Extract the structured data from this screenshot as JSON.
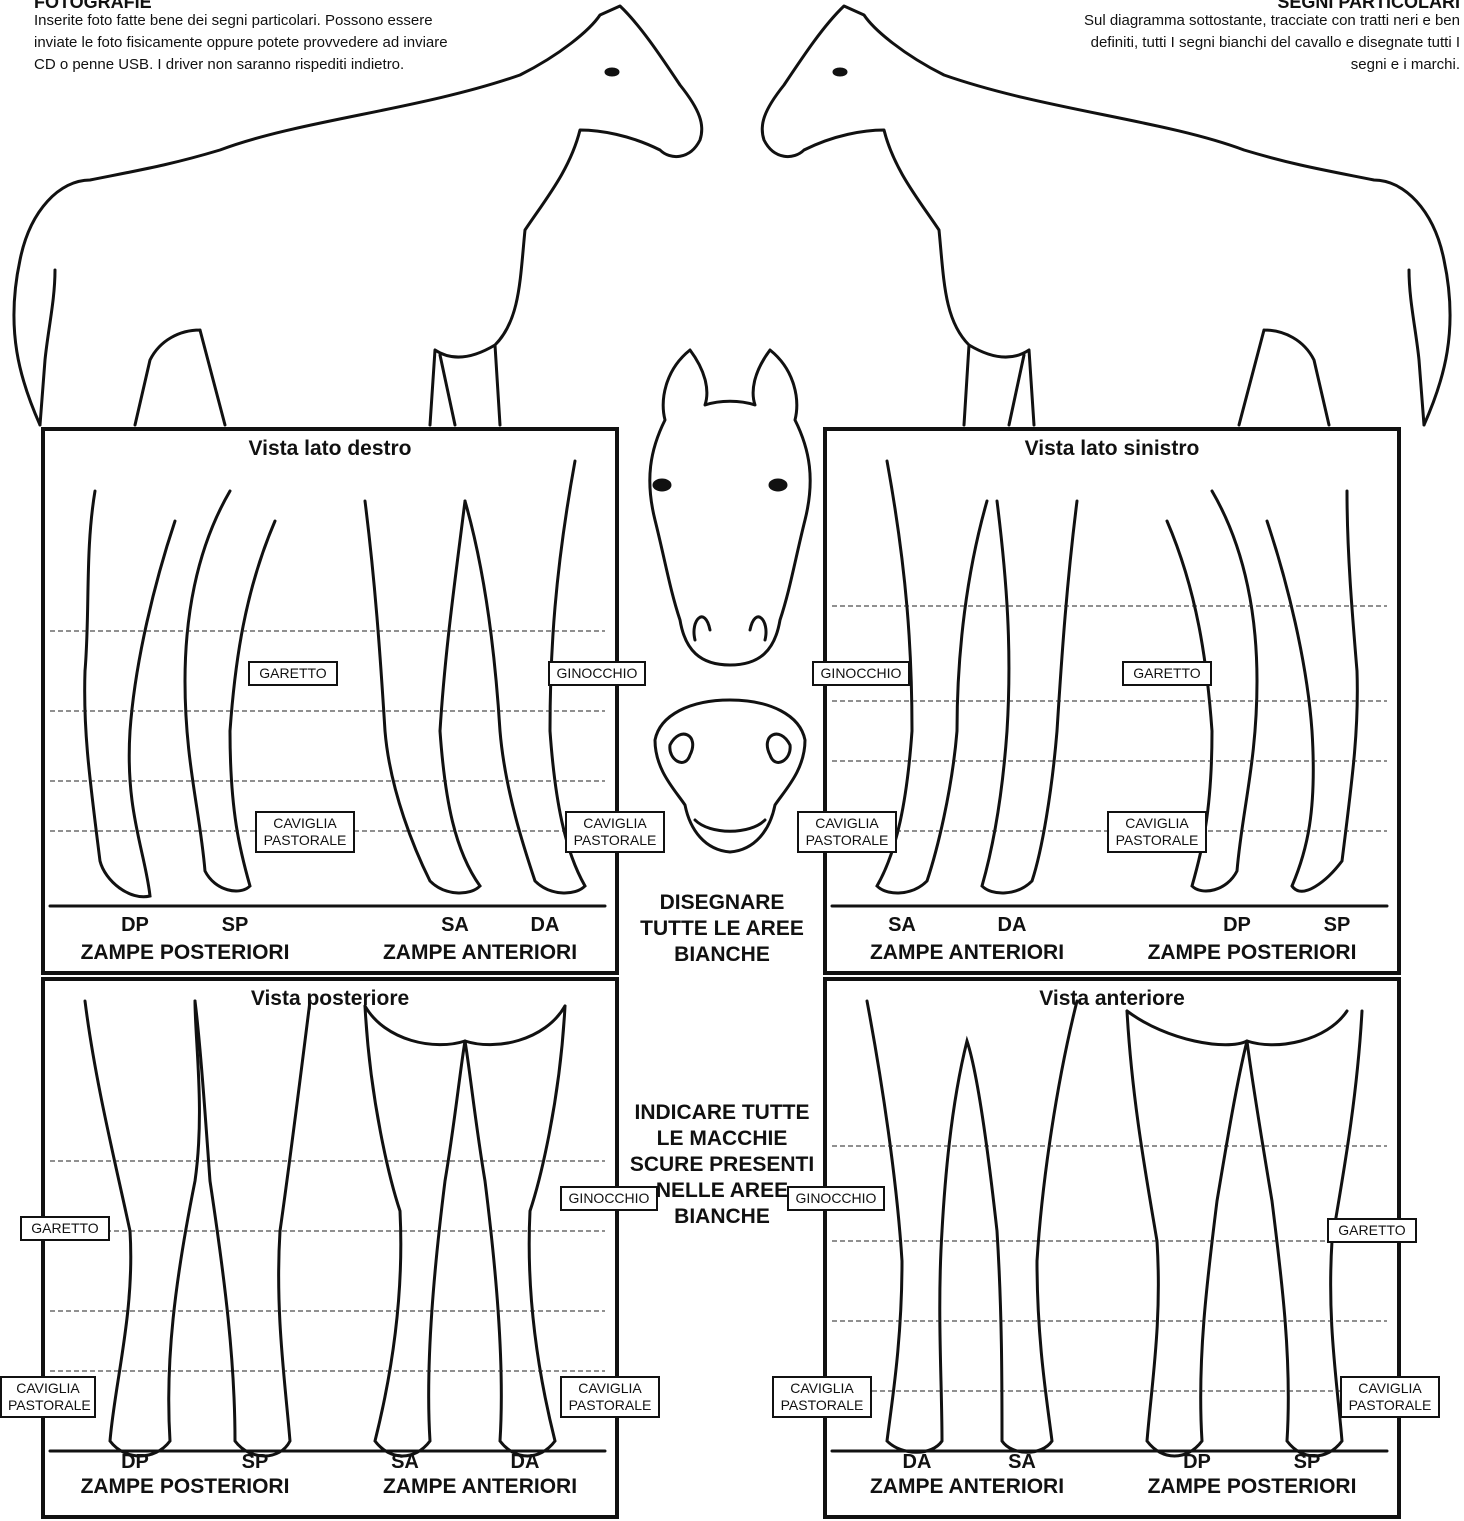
{
  "header": {
    "left_title": "FOTOGRAFIE",
    "left_text": "Inserite foto fatte bene dei segni particolari. Possono essere inviate le foto fisicamente oppure potete provvedere ad inviare CD o penne USB. I driver non saranno rispediti indietro.",
    "right_title": "SEGNI PARTICOLARI",
    "right_text": "Sul diagramma sottostante, tracciate con tratti neri e ben definiti, tutti I segni bianchi del cavallo e disegnate tutti I segni e i marchi."
  },
  "panels": {
    "right_side": {
      "title": "Vista lato destro",
      "labels": {
        "hock": "GARETTO",
        "knee": "GINOCCHIO",
        "ankle": "CAVIGLIA PASTORALE",
        "ankle2": "CAVIGLIA PASTORALE"
      },
      "legs": [
        "DP",
        "SP",
        "SA",
        "DA"
      ],
      "groups": [
        "ZAMPE POSTERIORI",
        "ZAMPE ANTERIORI"
      ]
    },
    "left_side": {
      "title": "Vista lato sinistro",
      "labels": {
        "knee": "GINOCCHIO",
        "hock": "GARETTO",
        "ankle": "CAVIGLIA PASTORALE",
        "ankle2": "CAVIGLIA PASTORALE"
      },
      "legs": [
        "SA",
        "DA",
        "DP",
        "SP"
      ],
      "groups": [
        "ZAMPE ANTERIORI",
        "ZAMPE POSTERIORI"
      ]
    },
    "rear": {
      "title": "Vista posteriore",
      "labels": {
        "hock": "GARETTO",
        "knee": "GINOCCHIO",
        "ankle": "CAVIGLIA PASTORALE",
        "ankle2": "CAVIGLIA PASTORALE"
      },
      "legs": [
        "DP",
        "SP",
        "SA",
        "DA"
      ],
      "groups": [
        "ZAMPE POSTERIORI",
        "ZAMPE ANTERIORI"
      ]
    },
    "front": {
      "title": "Vista anteriore",
      "labels": {
        "knee": "GINOCCHIO",
        "hock": "GARETTO",
        "ankle": "CAVIGLIA PASTORALE",
        "ankle2": "CAVIGLIA PASTORALE"
      },
      "legs": [
        "DA",
        "SA",
        "DP",
        "SP"
      ],
      "groups": [
        "ZAMPE ANTERIORI",
        "ZAMPE POSTERIORI"
      ]
    }
  },
  "center": {
    "draw_text": "DISEGNARE TUTTE LE AREE BIANCHE",
    "mark_text": "INDICARE TUTTE LE MACCHIE SCURE PRESENTI NELLE AREE BIANCHE"
  }
}
